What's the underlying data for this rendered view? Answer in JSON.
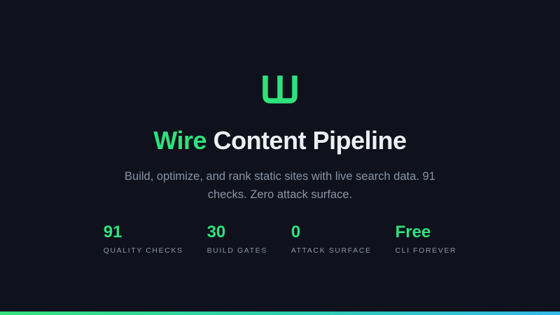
{
  "page": {
    "background_color": "#0f121c",
    "accent_green": "#2ee27c",
    "accent_blue": "#36b9e9"
  },
  "hero": {
    "logo_icon": "pipeline-trident-icon",
    "brand": "Wire",
    "title_rest": "Content Pipeline",
    "subtitle": "Build, optimize, and rank static sites with live search data. 91 checks. Zero attack surface."
  },
  "stats": [
    {
      "value": "91",
      "label": "QUALITY CHECKS"
    },
    {
      "value": "30",
      "label": "BUILD GATES"
    },
    {
      "value": "0",
      "label": "ATTACK SURFACE"
    },
    {
      "value": "Free",
      "label": "CLI FOREVER"
    }
  ],
  "footer_bar": {
    "gradient_from": "#38e17d",
    "gradient_mid": "#2fcfae",
    "gradient_to": "#36b9e9"
  }
}
